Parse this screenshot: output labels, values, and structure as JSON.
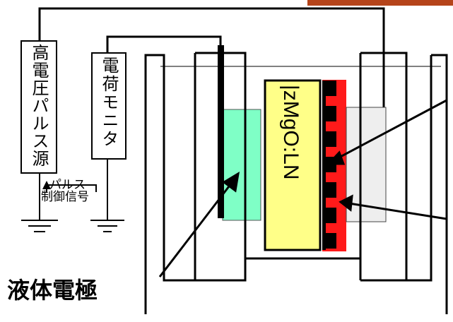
{
  "labels": {
    "hv_pulse_source": "高電圧パルス源",
    "charge_monitor": "電荷モニタ",
    "pulse_control": "パルス",
    "pulse_control_line2": "制御信号",
    "liquid_electrode": "液体電極",
    "crystal": "|zMgO:LN"
  },
  "colors": {
    "liquid": "#7fffc6",
    "crystal": "#ffff88",
    "electrode_red": "#ff1a1a",
    "right_block": "#eeeeee",
    "accent_bar": "#b5441a"
  }
}
